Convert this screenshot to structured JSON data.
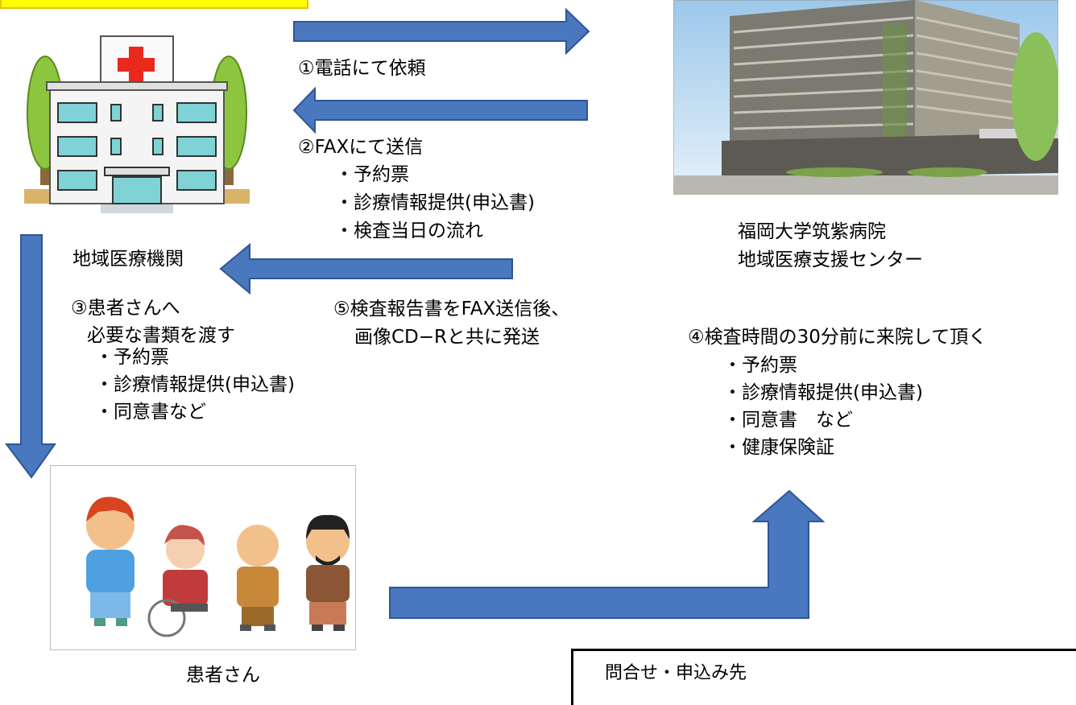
{
  "flow": {
    "step1": "①電話にて依頼",
    "step2": {
      "title": "②FAXにて送信",
      "items": [
        "・予約票",
        "・診療情報提供(申込書)",
        "・検査当日の流れ"
      ]
    },
    "step3": {
      "title": "③患者さんへ",
      "subtitle": "必要な書類を渡す",
      "items": [
        "・予約票",
        "・診療情報提供(申込書)",
        "・同意書など"
      ]
    },
    "step4": {
      "title": "④検査時間の30分前に来院して頂く",
      "items": [
        "・予約票",
        "・診療情報提供(申込書)",
        "・同意書　など",
        "・健康保険証"
      ]
    },
    "step5": {
      "line1": "⑤検査報告書をFAX送信後、",
      "line2": "画像CD−Rと共に発送"
    }
  },
  "entities": {
    "clinic": "地域医療機関",
    "hospital_line1": "福岡大学筑紫病院",
    "hospital_line2": "地域医療支援センター",
    "patients": "患者さん"
  },
  "contact": {
    "title": "問合せ・申込み先"
  },
  "colors": {
    "arrow_fill": "#4a78be",
    "arrow_stroke": "#2f5597",
    "highlight": "#ffff00"
  }
}
